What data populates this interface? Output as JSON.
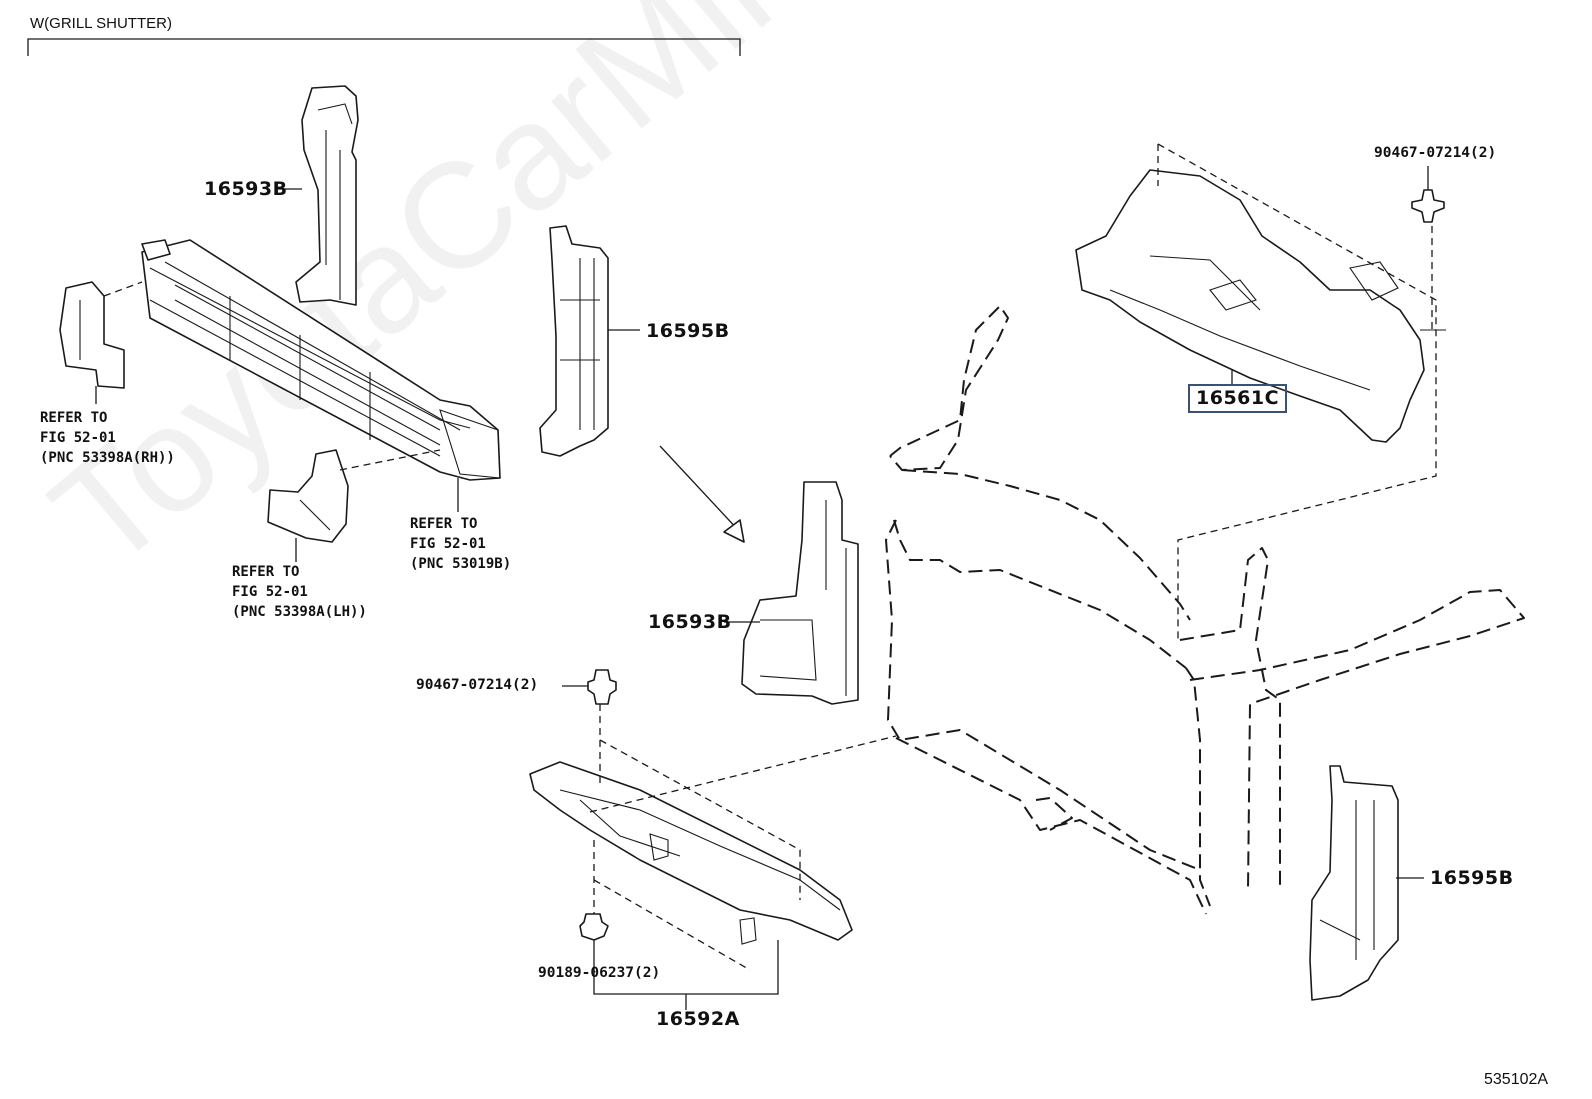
{
  "diagram": {
    "section_title": "W(GRILL SHUTTER)",
    "figure_number": "535102A",
    "watermark": "ToyotaCarMine.ru",
    "highlight_color": "#3a5270"
  },
  "parts": {
    "shutter_duct_upper_left": "16593B",
    "shutter_duct_upper_right": "16595B",
    "shutter_duct_lower_left": "16593B",
    "shutter_duct_lower_right": "16595B",
    "upper_seal": "16561C",
    "lower_seal": "16592A"
  },
  "fasteners": {
    "clip_upper_right": "90467-07214(2)",
    "clip_left": "90467-07214(2)",
    "clip_lower": "90189-06237(2)"
  },
  "references": {
    "ref_rh": "REFER TO\nFIG 52-01\n(PNC 53398A(RH))",
    "ref_lh": "REFER TO\nFIG 52-01\n(PNC 53398A(LH))",
    "ref_center": "REFER TO\nFIG 52-01\n(PNC 53019B)"
  }
}
